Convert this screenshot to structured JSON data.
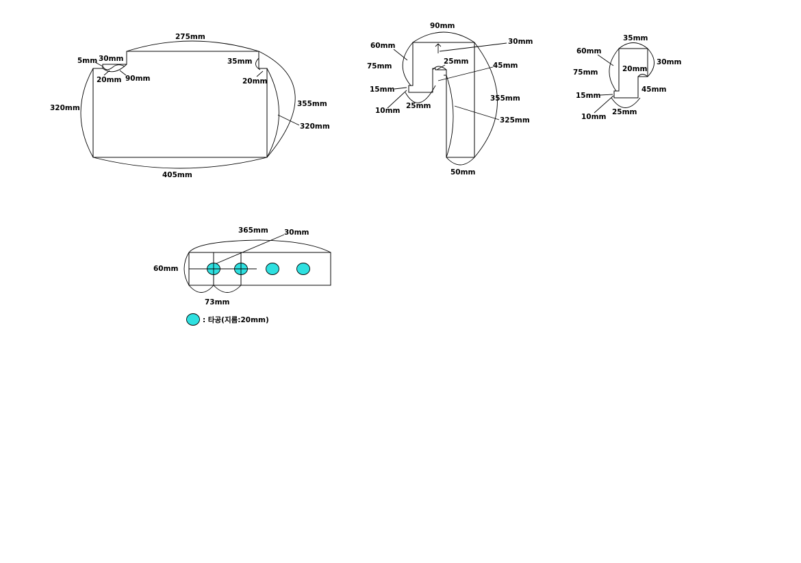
{
  "colors": {
    "hole": "#2ee0e0",
    "line": "#000000",
    "background": "#ffffff"
  },
  "part_a": {
    "top": "275mm",
    "bottom": "405mm",
    "left": "320mm",
    "notch_left_depth": "5mm",
    "notch_left_width": "30mm",
    "notch_left_radius": "20mm",
    "notch_left_span": "90mm",
    "notch_right_width": "35mm",
    "notch_right_radius": "20mm",
    "right_outer": "355mm",
    "right_inner": "320mm"
  },
  "part_b": {
    "top": "90mm",
    "top_right": "30mm",
    "left_upper": "60mm",
    "left_mid": "75mm",
    "notch_a": "25mm",
    "notch_b": "45mm",
    "left_small": "15mm",
    "bottom_small": "10mm",
    "notch_bottom": "25mm",
    "right_outer": "355mm",
    "right_inner": "325mm",
    "bottom": "50mm"
  },
  "part_c": {
    "top": "35mm",
    "right": "30mm",
    "left_upper": "60mm",
    "left_mid": "75mm",
    "inner": "20mm",
    "notch_right": "45mm",
    "left_small": "15mm",
    "bottom_small": "10mm",
    "bottom": "25mm"
  },
  "part_d": {
    "length": "365mm",
    "hole_offset": "30mm",
    "height": "60mm",
    "pitch": "73mm"
  },
  "legend": {
    "label": ": 타공(지름:20mm)"
  }
}
